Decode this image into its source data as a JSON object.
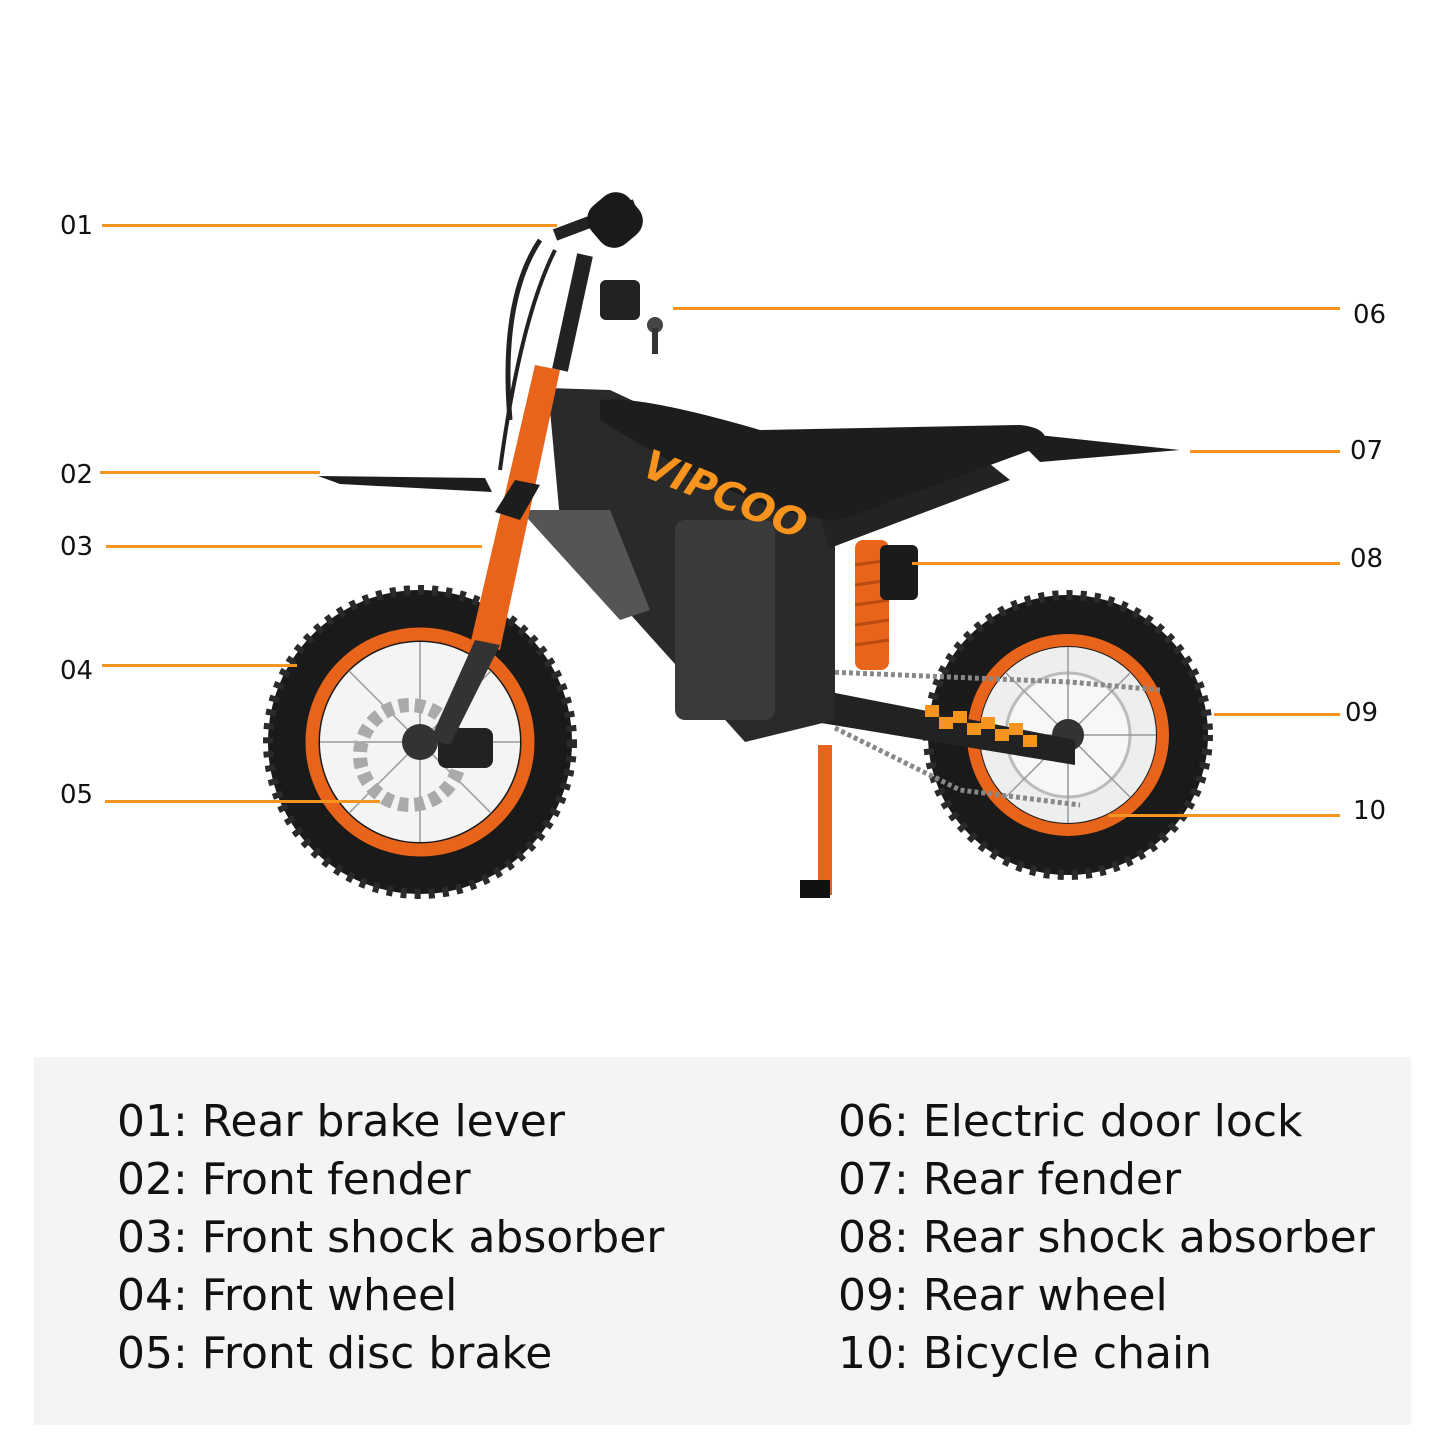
{
  "brand_text": "VIPCOO",
  "colors": {
    "accent": "#f7941d",
    "bike_body": "#1d1d1d",
    "rim": "#e8641a",
    "legend_bg": "#f4f4f4"
  },
  "callouts": {
    "c01": "01",
    "c02": "02",
    "c03": "03",
    "c04": "04",
    "c05": "05",
    "c06": "06",
    "c07": "07",
    "c08": "08",
    "c09": "09",
    "c10": "10"
  },
  "legend": {
    "left": [
      "01: Rear brake lever",
      "02: Front fender",
      "03: Front shock absorber",
      "04: Front wheel",
      "05: Front disc brake"
    ],
    "right": [
      "06: Electric door lock",
      "07: Rear fender",
      "08: Rear shock absorber",
      "09: Rear wheel",
      "10: Bicycle chain"
    ]
  }
}
